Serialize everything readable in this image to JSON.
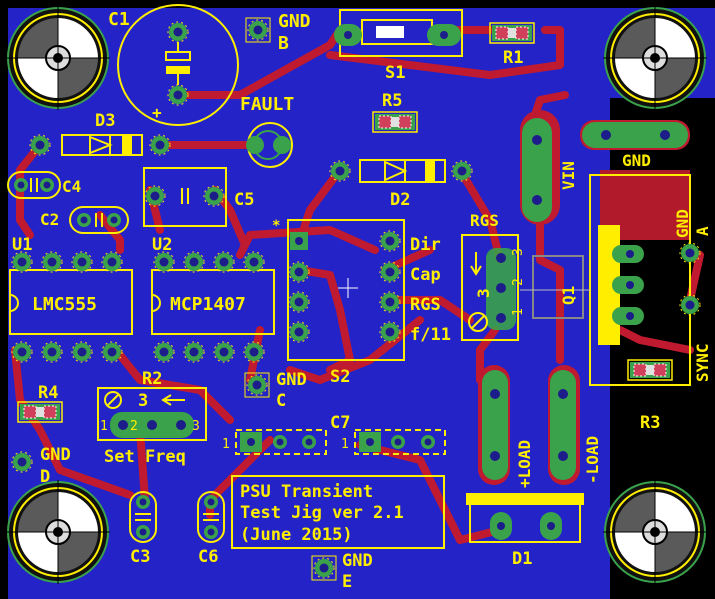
{
  "colors": {
    "board": "#2323c8",
    "copper_top": "#c01a30",
    "copper_bottom_fill": "#b01a2a",
    "pad_green": "#3aa24a",
    "silk": "#ffee00",
    "drill": "#1c1c8a",
    "background": "#000000"
  },
  "labels": {
    "c1": "C1",
    "gnd_b_1": "GND",
    "gnd_b_2": "B",
    "s1": "S1",
    "r1": "R1",
    "fault": "FAULT",
    "r5": "R5",
    "d3": "D3",
    "d2": "D2",
    "vin": "VIN",
    "gnd_top": "GND",
    "c4": "C4",
    "c5": "C5",
    "c2": "C2",
    "u1": "U1",
    "u2": "U2",
    "lmc555": "LMC555",
    "mcp1407": "MCP1407",
    "dir": "Dir",
    "cap": "Cap",
    "rgs_sw": "RGS",
    "f11": "f/11",
    "rgs": "RGS",
    "q1": "Q1",
    "gnd_a_1": "GND",
    "gnd_a_2": "A",
    "sync": "SYNC",
    "r3": "R3",
    "s2": "S2",
    "gnd_c_1": "GND",
    "gnd_c_2": "C",
    "r4": "R4",
    "r2": "R2",
    "set_freq": "Set Freq",
    "c7": "C7",
    "gnd_d_1": "GND",
    "gnd_d_2": "D",
    "plus_load": "+LOAD",
    "minus_load": "-LOAD",
    "psu_line1": "PSU Transient",
    "psu_line2": "Test Jig ver 2.1",
    "psu_line3": "(June 2015)",
    "c3": "C3",
    "c6": "C6",
    "gnd_e_1": "GND",
    "gnd_e_2": "E",
    "d1": "D1",
    "pin1_a": "1",
    "pin2_a": "2",
    "pin3_a": "3",
    "rgs_pin1": "1",
    "rgs_pin2": "2",
    "rgs_pin3": "3",
    "rgs_pin_mark": "3",
    "r2_pin1": "1",
    "r2_pin2": "2",
    "r2_pin3": "3",
    "r2_mark": "3",
    "c1_plus": "+",
    "s2_star": "*",
    "c7_pin1": "1",
    "c7_pin2": "1"
  }
}
